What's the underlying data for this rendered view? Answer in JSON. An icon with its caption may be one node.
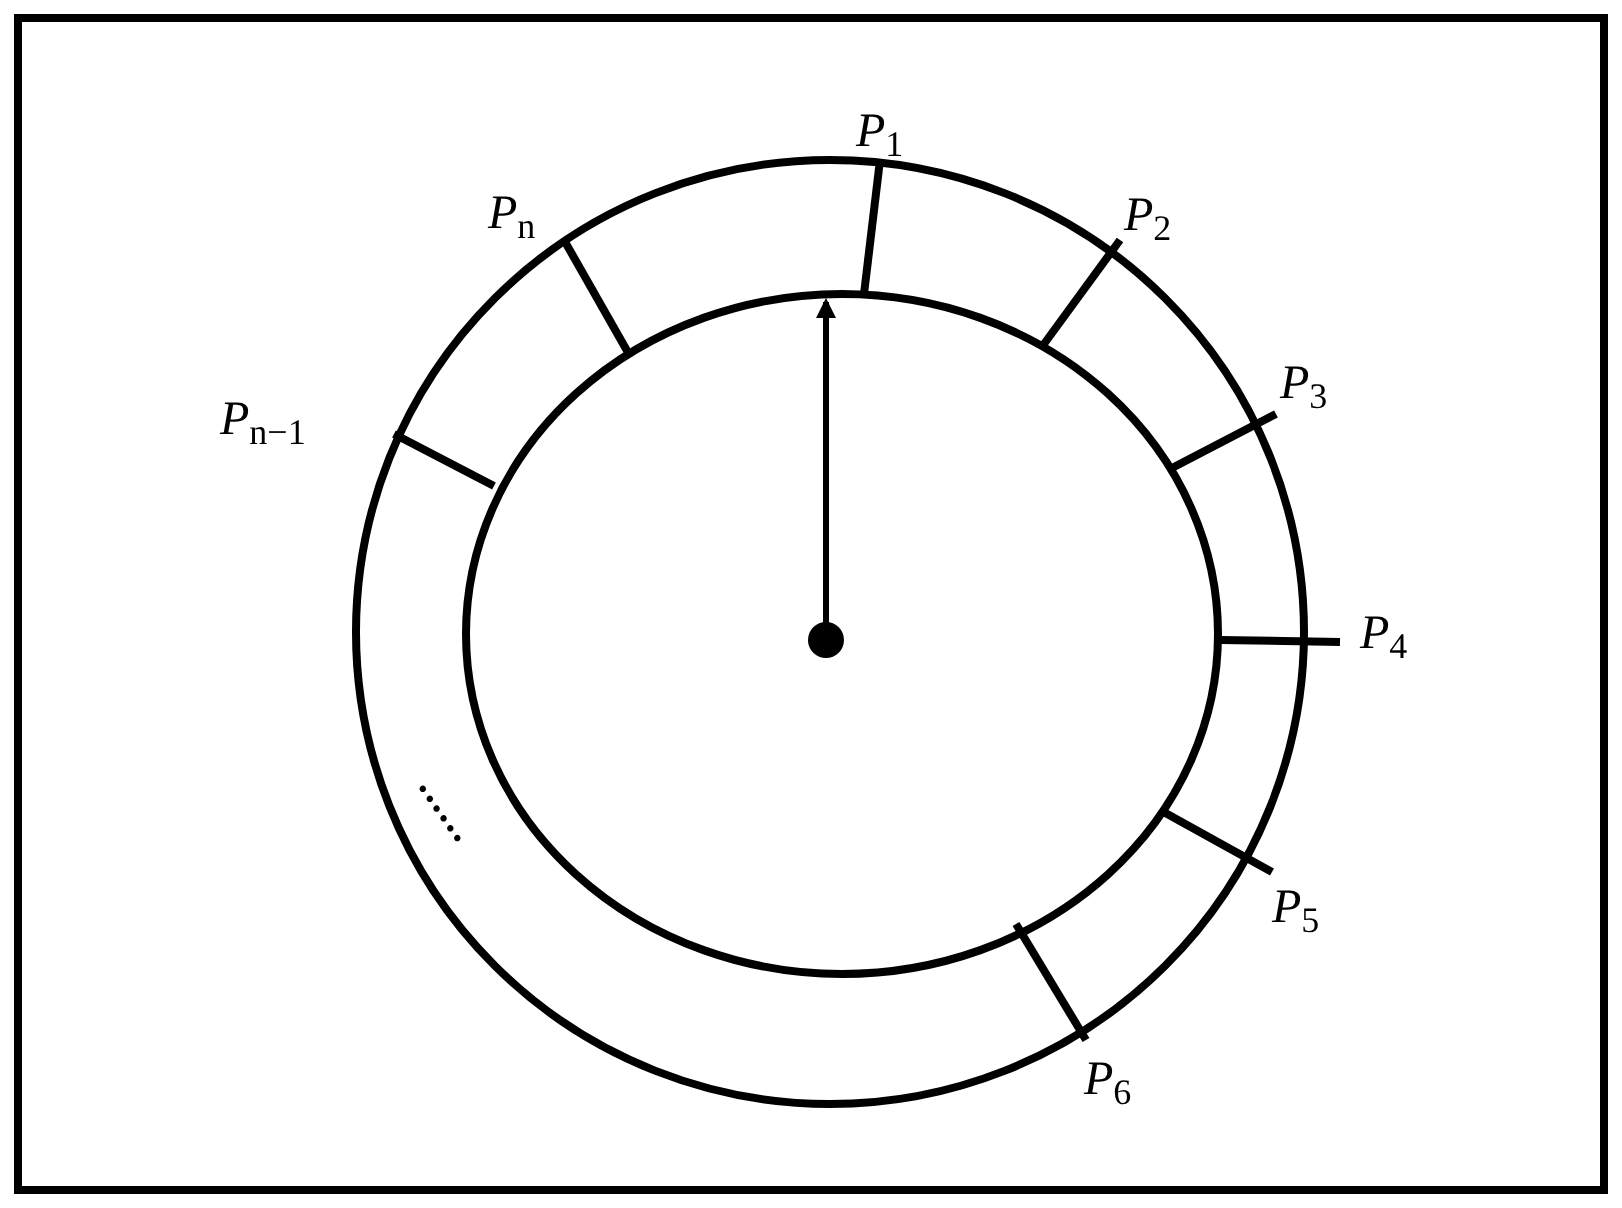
{
  "diagram": {
    "labels": [
      "*P*$_{1}$",
      "*P*$_{n}$",
      "*P*$_{2}$",
      "*P*$_{n−1}$",
      "*P*$_{3}$",
      "*P*$_{4}$",
      "......",
      "*P*$_{5}$",
      "*P*$_{6}$"
    ]
  }
}
